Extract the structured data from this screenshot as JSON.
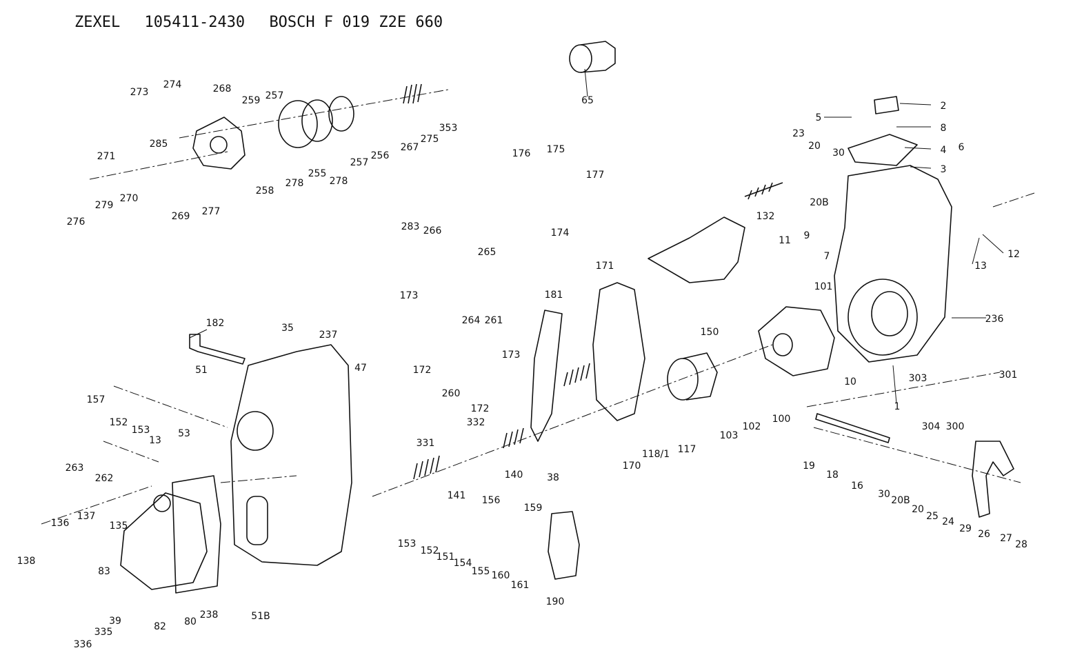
{
  "title": {
    "maker": "ZEXEL",
    "part_number": "105411-2430",
    "oem": "BOSCH F 019 Z2E 660"
  },
  "callouts": [
    "65",
    "273",
    "274",
    "268",
    "259",
    "257",
    "278",
    "255",
    "278",
    "257",
    "256",
    "267",
    "275",
    "353",
    "271",
    "285",
    "279",
    "270",
    "276",
    "269",
    "277",
    "258",
    "2",
    "5",
    "8",
    "4",
    "3",
    "6",
    "23",
    "20",
    "30",
    "20B",
    "132",
    "12",
    "13",
    "9",
    "7",
    "11",
    "176",
    "175",
    "177",
    "174",
    "283",
    "266",
    "265",
    "173",
    "264",
    "261",
    "172",
    "173",
    "260",
    "172",
    "171",
    "181",
    "150",
    "101",
    "236",
    "182",
    "35",
    "237",
    "47",
    "51",
    "157",
    "152",
    "153",
    "263",
    "262",
    "13",
    "53",
    "138",
    "136",
    "137",
    "135",
    "83",
    "336",
    "335",
    "39",
    "82",
    "80",
    "238",
    "51B",
    "331",
    "141",
    "332",
    "140",
    "38",
    "153",
    "152",
    "151",
    "154",
    "155",
    "156",
    "160",
    "161",
    "159",
    "190",
    "170",
    "118/1",
    "117",
    "103",
    "102",
    "100",
    "10",
    "1",
    "303",
    "304",
    "300",
    "301",
    "19",
    "18",
    "16",
    "30",
    "20B",
    "20",
    "25",
    "24",
    "29",
    "26",
    "27",
    "28"
  ]
}
